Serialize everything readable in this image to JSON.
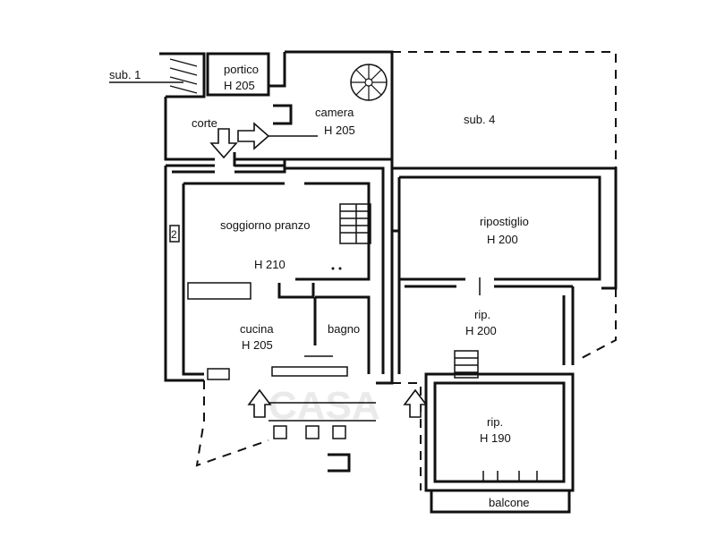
{
  "labels": {
    "sub1": "sub. 1",
    "sub4": "sub. 4",
    "portico_name": "portico",
    "portico_h": "H 205",
    "camera_name": "camera",
    "camera_h": "H 205",
    "corte": "corte",
    "soggiorno": "soggiorno pranzo",
    "soggiorno_h": "H 210",
    "cucina_name": "cucina",
    "cucina_h": "H 205",
    "bagno": "bagno",
    "ripostiglio_name": "ripostiglio",
    "ripostiglio_h": "H 200",
    "rip1_name": "rip.",
    "rip1_h": "H 200",
    "rip2_name": "rip.",
    "rip2_h": "H 190",
    "balcone": "balcone",
    "small_mark": "2"
  },
  "watermark": "CASA",
  "icons": [
    "spiral-stair-icon",
    "staircase-icon",
    "entry-arrow-icon"
  ]
}
